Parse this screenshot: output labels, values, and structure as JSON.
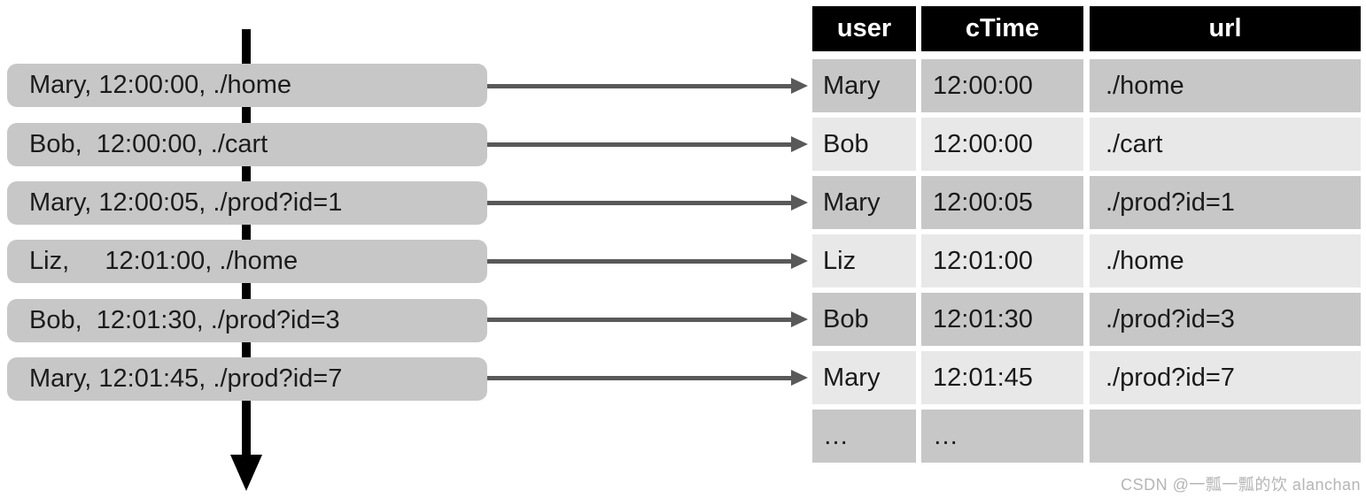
{
  "stream": {
    "events": [
      {
        "text": "Mary, 12:00:00, ./home"
      },
      {
        "text": "Bob,  12:00:00, ./cart"
      },
      {
        "text": "Mary, 12:00:05, ./prod?id=1"
      },
      {
        "text": "Liz,     12:01:00, ./home"
      },
      {
        "text": "Bob,  12:01:30, ./prod?id=3"
      },
      {
        "text": "Mary, 12:01:45, ./prod?id=7"
      }
    ]
  },
  "table": {
    "columns": [
      "user",
      "cTime",
      "url"
    ],
    "rows": [
      {
        "user": "Mary",
        "cTime": "12:00:00",
        "url": "./home"
      },
      {
        "user": "Bob",
        "cTime": "12:00:00",
        "url": "./cart"
      },
      {
        "user": "Mary",
        "cTime": "12:00:05",
        "url": "./prod?id=1"
      },
      {
        "user": "Liz",
        "cTime": "12:01:00",
        "url": "./home"
      },
      {
        "user": "Bob",
        "cTime": "12:01:30",
        "url": "./prod?id=3"
      },
      {
        "user": "Mary",
        "cTime": "12:01:45",
        "url": "./prod?id=7"
      },
      {
        "user": "…",
        "cTime": "…",
        "url": ""
      }
    ]
  },
  "watermark": {
    "text": "CSDN @一瓢一瓢的饮 alanchan"
  },
  "colors": {
    "event_box_fill": "#c7c7c7",
    "table_header_bg": "#000000",
    "table_header_text": "#ffffff",
    "row_dark": "#c7c7c7",
    "row_light": "#e8e8e8",
    "mapping_arrow": "#595959",
    "timeline_arrow": "#000000",
    "text": "#1a1a1a",
    "watermark": "#b5b5b5"
  }
}
